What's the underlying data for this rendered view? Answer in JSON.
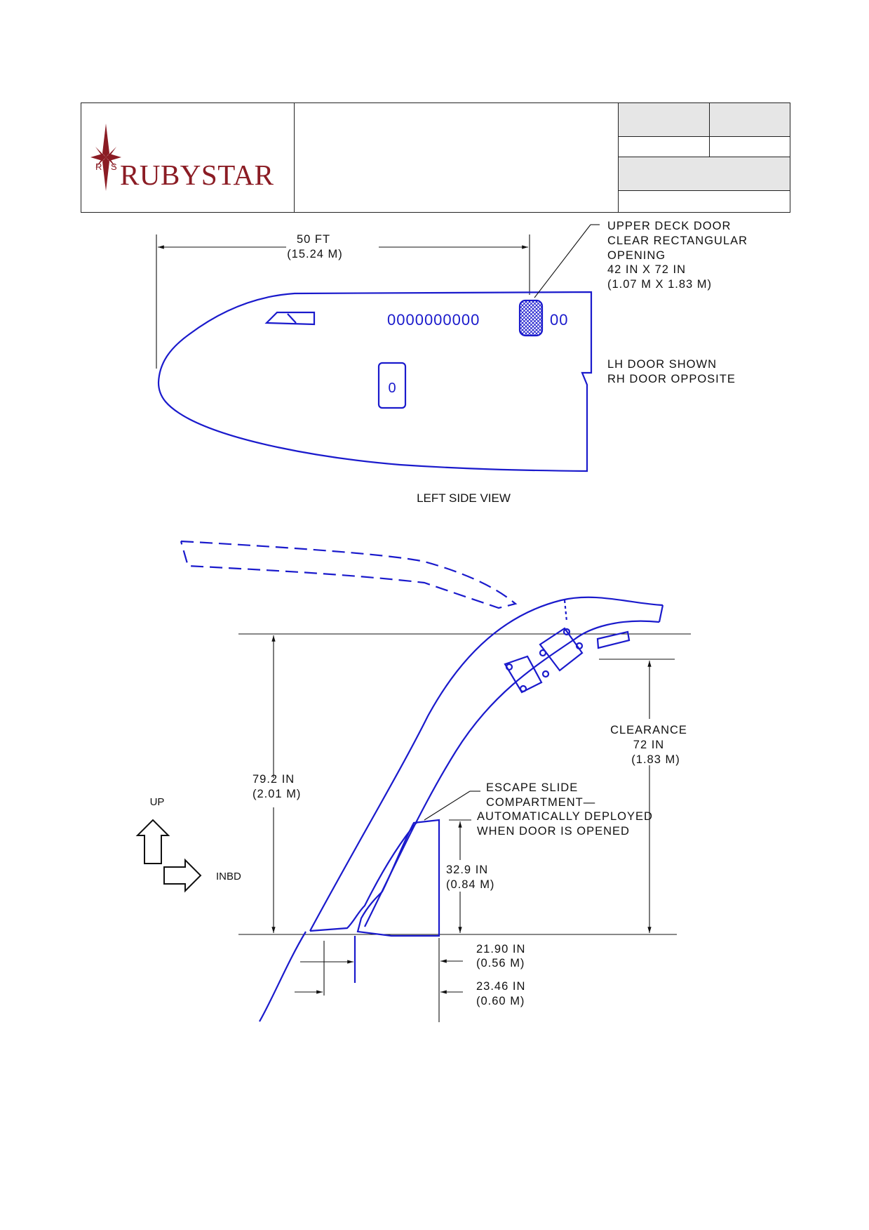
{
  "header": {
    "logo": {
      "text": "RUBYSTAR",
      "monogram_left": "R",
      "monogram_right": "S",
      "color": "#8b1c24"
    }
  },
  "side_view": {
    "length_label": "50 FT",
    "length_label_metric": "(15.24 M)",
    "door_callout": [
      "UPPER DECK DOOR",
      "CLEAR RECTANGULAR",
      "OPENING",
      "42 IN X 72 IN",
      "(1.07 M X 1.83 M)"
    ],
    "door_note": [
      "LH DOOR SHOWN",
      "RH DOOR OPPOSITE"
    ],
    "window_row_1": "0000000000",
    "window_row_2": "00",
    "lower_door_window": "0",
    "caption": "LEFT SIDE VIEW"
  },
  "section_view": {
    "height_dim": [
      "79.2 IN",
      "(2.01 M)"
    ],
    "clearance_dim": [
      "CLEARANCE",
      "72 IN",
      "(1.83 M)"
    ],
    "slide_callout": [
      "ESCAPE SLIDE",
      "COMPARTMENT—",
      "AUTOMATICALLY DEPLOYED",
      "WHEN DOOR IS OPENED"
    ],
    "slide_dim": [
      "32.9 IN",
      "(0.84 M)"
    ],
    "offset_dim_1": [
      "21.90 IN",
      "(0.56 M)"
    ],
    "offset_dim_2": [
      "23.46 IN",
      "(0.60 M)"
    ],
    "direction_up": "UP",
    "direction_inbd": "INBD"
  },
  "colors": {
    "drawing_line": "#1a1acc",
    "brand": "#8b1c24",
    "header_fill": "#e6e6e6"
  }
}
